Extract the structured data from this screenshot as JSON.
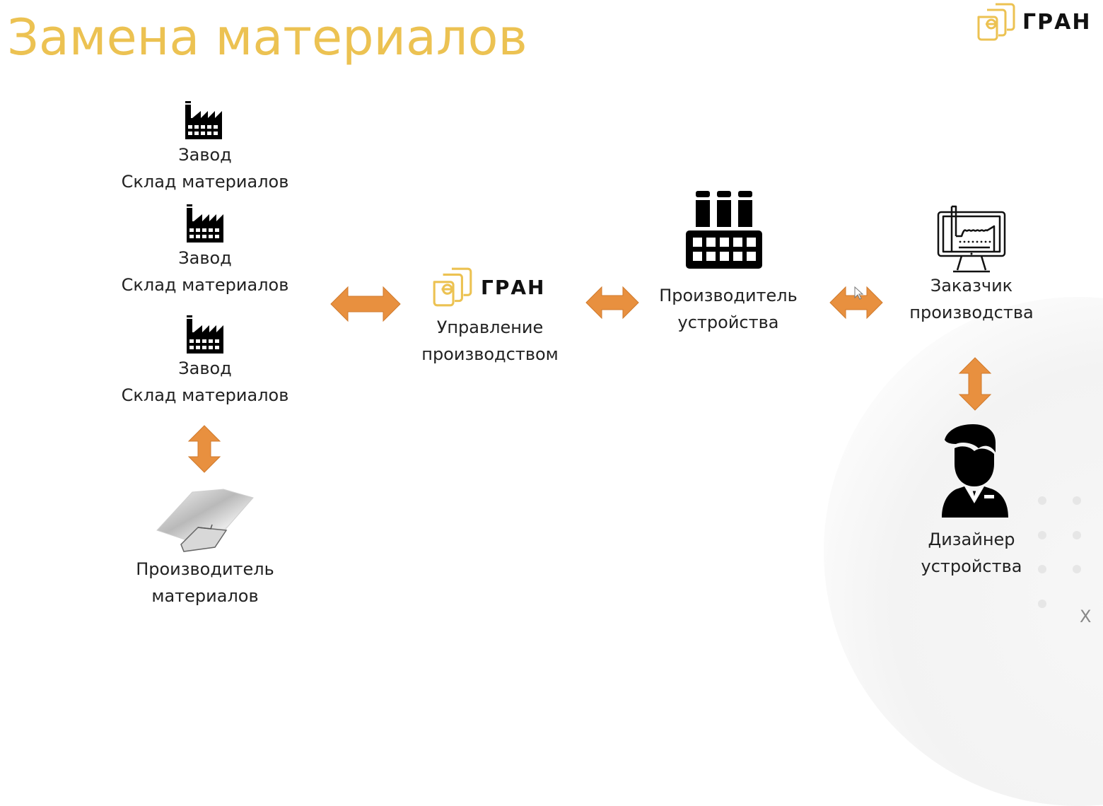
{
  "slide": {
    "title": "Замена материалов",
    "brand": {
      "name": "ГРАН",
      "accent_color": "#ecc252"
    },
    "colors": {
      "title": "#ecc252",
      "arrow": "#e8903f",
      "arrow_border": "#d07a2c",
      "icon": "#000000",
      "text": "#222222"
    },
    "nodes": {
      "factory_1": {
        "icon": "factory-icon",
        "line1": "Завод",
        "line2": "Склад материалов"
      },
      "factory_2": {
        "icon": "factory-icon",
        "line1": "Завод",
        "line2": "Склад материалов"
      },
      "factory_3": {
        "icon": "factory-icon",
        "line1": "Завод",
        "line2": "Склад материалов"
      },
      "material_maker": {
        "icon": "metal-sheets-icon",
        "line1": "Производитель",
        "line2": "материалов"
      },
      "gran_management": {
        "icon": "gran-logo",
        "logo_text": "ГРАН",
        "line1": "Управление",
        "line2": "производством"
      },
      "device_maker": {
        "icon": "industrial-plant-icon",
        "line1": "Производитель",
        "line2": "устройства"
      },
      "customer": {
        "icon": "monitor-factory-icon",
        "line1": "Заказчик",
        "line2": "производства"
      },
      "designer": {
        "icon": "person-icon",
        "line1": "Дизайнер",
        "line2": "устройства"
      }
    },
    "connections": [
      {
        "from": "factories",
        "to": "gran_management",
        "type": "bidirectional-horizontal"
      },
      {
        "from": "gran_management",
        "to": "device_maker",
        "type": "bidirectional-horizontal"
      },
      {
        "from": "device_maker",
        "to": "customer",
        "type": "bidirectional-horizontal"
      },
      {
        "from": "factories",
        "to": "material_maker",
        "type": "bidirectional-vertical"
      },
      {
        "from": "customer",
        "to": "designer",
        "type": "bidirectional-vertical"
      }
    ],
    "close_label": "X"
  }
}
